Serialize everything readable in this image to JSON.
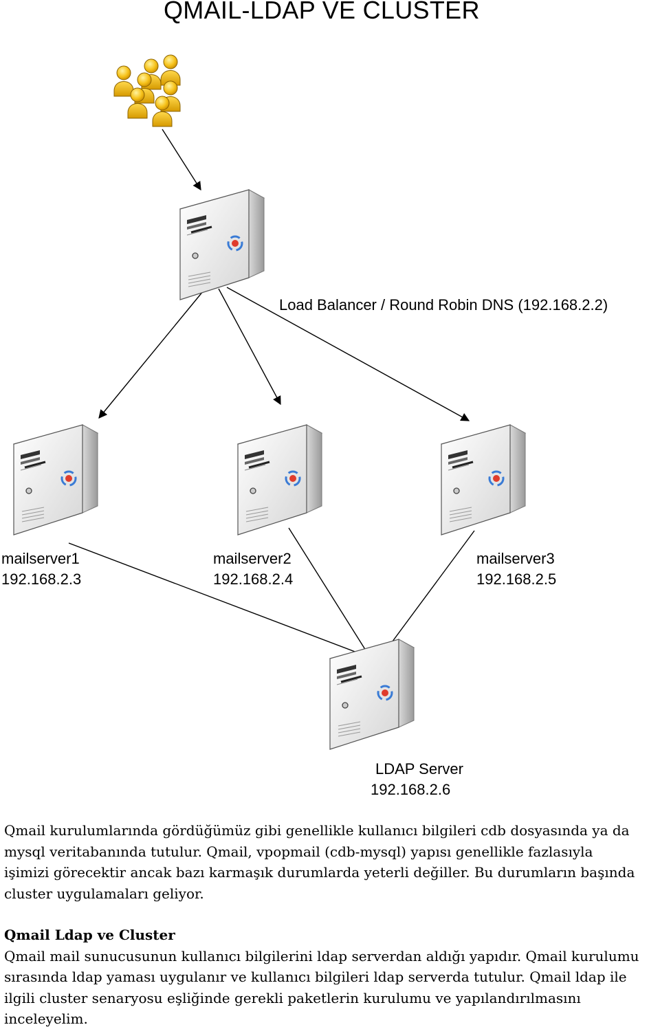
{
  "document": {
    "title": "QMAIL-LDAP VE CLUSTER"
  },
  "diagram": {
    "load_balancer_label": "Load Balancer / Round Robin DNS  (192.168.2.2)",
    "mailservers": [
      {
        "name": "mailserver1",
        "ip": "192.168.2.3"
      },
      {
        "name": "mailserver2",
        "ip": "192.168.2.4"
      },
      {
        "name": "mailserver3",
        "ip": "192.168.2.5"
      }
    ],
    "ldap_server": {
      "name": "LDAP Server",
      "ip": "192.168.2.6"
    },
    "icons": [
      "users-group-icon",
      "server-icon"
    ]
  },
  "body": {
    "paragraph1_lines": [
      "Qmail kurulumlarında gördüğümüz gibi genellikle kullanıcı bilgileri cdb dosyasında ya da",
      "mysql veritabanında tutulur. Qmail, vpopmail (cdb-mysql) yapısı genellikle fazlasıyla",
      "işimizi görecektir ancak bazı karmaşık durumlarda yeterli değiller. Bu durumların başında",
      "cluster uygulamaları geliyor."
    ],
    "section_heading": "Qmail Ldap ve Cluster",
    "paragraph2_lines": [
      "Qmail mail sunucusunun kullanıcı bilgilerini ldap serverdan aldığı yapıdır. Qmail kurulumu",
      "sırasında ldap yaması uygulanır ve kullanıcı bilgileri ldap serverda tutulur.  Qmail ldap ile",
      "ilgili cluster senaryosu eşliğinde gerekli paketlerin kurulumu ve yapılandırılmasını",
      "inceleyelim."
    ]
  }
}
